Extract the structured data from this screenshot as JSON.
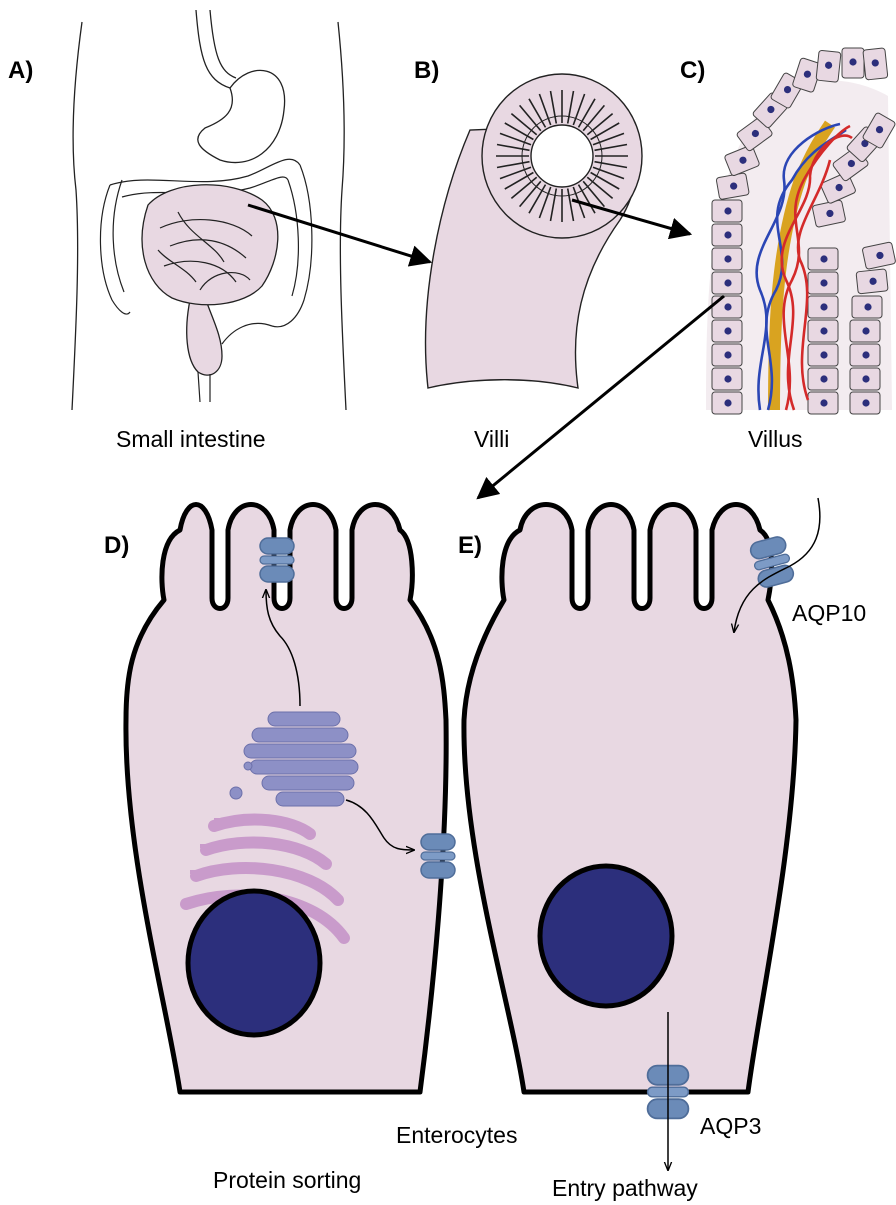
{
  "panels": {
    "a": {
      "label": "A)",
      "caption": "Small intestine"
    },
    "b": {
      "label": "B)",
      "caption": "Villi"
    },
    "c": {
      "label": "C)",
      "caption": "Villus"
    },
    "d": {
      "label": "D)",
      "caption": "Protein sorting"
    },
    "e": {
      "label": "E)",
      "caption": "Entry pathway"
    }
  },
  "labels": {
    "cells": "Enterocytes",
    "apical_channel": "AQP10",
    "basolateral_channel": "AQP3"
  },
  "colors": {
    "cytoplasm": "#e8d8e2",
    "nucleus": "#2c2f7c",
    "golgi": "#8d90c6",
    "er": "#c99bcb",
    "aquaporin": "#6b8bb8",
    "artery": "#d42a2a",
    "vein": "#2b46b5",
    "lacteal": "#d9a320",
    "outline": "#000000"
  }
}
